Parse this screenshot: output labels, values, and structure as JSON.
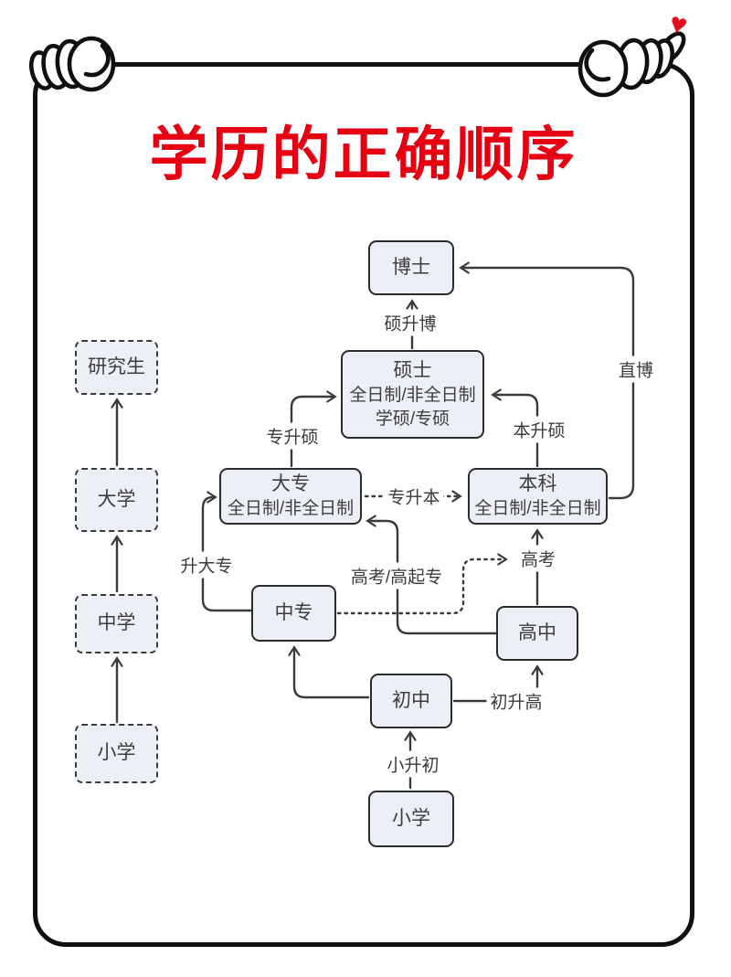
{
  "title": "学历的正确顺序",
  "colors": {
    "title": "#e60012",
    "node_fill": "#edeff7",
    "node_border": "#2b2b2b",
    "connector": "#3a3a3a",
    "frame": "#101010",
    "heart": "#e3101d"
  },
  "decor": {
    "heart_glyph": "♥",
    "left_hand": "fist-gripping-frame",
    "right_hand": "fist-with-thumb-gripping-frame"
  },
  "nodes": {
    "doctor": {
      "title": "博士"
    },
    "master": {
      "title": "硕士",
      "sub1": "全日制/非全日制",
      "sub2": "学硕/专硕"
    },
    "dazhuan": {
      "title": "大专",
      "sub1": "全日制/非全日制"
    },
    "benke": {
      "title": "本科",
      "sub1": "全日制/非全日制"
    },
    "zhongzhuan": {
      "title": "中专"
    },
    "gaozhong": {
      "title": "高中"
    },
    "chuzhong": {
      "title": "初中"
    },
    "xiaoxue": {
      "title": "小学"
    }
  },
  "ladder": {
    "yanjiusheng": "研究生",
    "daxue": "大学",
    "zhongxue": "中学",
    "xiaoxue": "小学"
  },
  "edges": {
    "shuo_sheng_bo": {
      "label": "硕升博",
      "from": "硕士",
      "to": "博士",
      "style": "solid"
    },
    "zhi_bo": {
      "label": "直博",
      "from": "本科",
      "to": "博士",
      "style": "solid"
    },
    "ben_sheng_shuo": {
      "label": "本升硕",
      "from": "本科",
      "to": "硕士",
      "style": "solid"
    },
    "zhuan_sheng_shuo": {
      "label": "专升硕",
      "from": "大专",
      "to": "硕士",
      "style": "solid"
    },
    "zhuan_sheng_ben": {
      "label": "专升本",
      "from": "大专",
      "to": "本科",
      "style": "dotted"
    },
    "sheng_da_zhuan": {
      "label": "升大专",
      "from": "中专",
      "to": "大专",
      "style": "solid"
    },
    "gaokao_gaoqizhuan": {
      "label": "高考/高起专",
      "from": "高中",
      "to": "大专",
      "style": "solid"
    },
    "gaokao": {
      "label": "高考",
      "from": "高中",
      "to": "本科",
      "style": "solid"
    },
    "zhongzhuan_gaokao": {
      "label": "",
      "from": "中专",
      "to": "高考",
      "style": "dotted"
    },
    "chu_sheng_gao": {
      "label": "初升高",
      "from": "初中",
      "to": "高中",
      "style": "solid"
    },
    "xiao_sheng_chu": {
      "label": "小升初",
      "from": "小学",
      "to": "初中",
      "style": "solid"
    }
  }
}
